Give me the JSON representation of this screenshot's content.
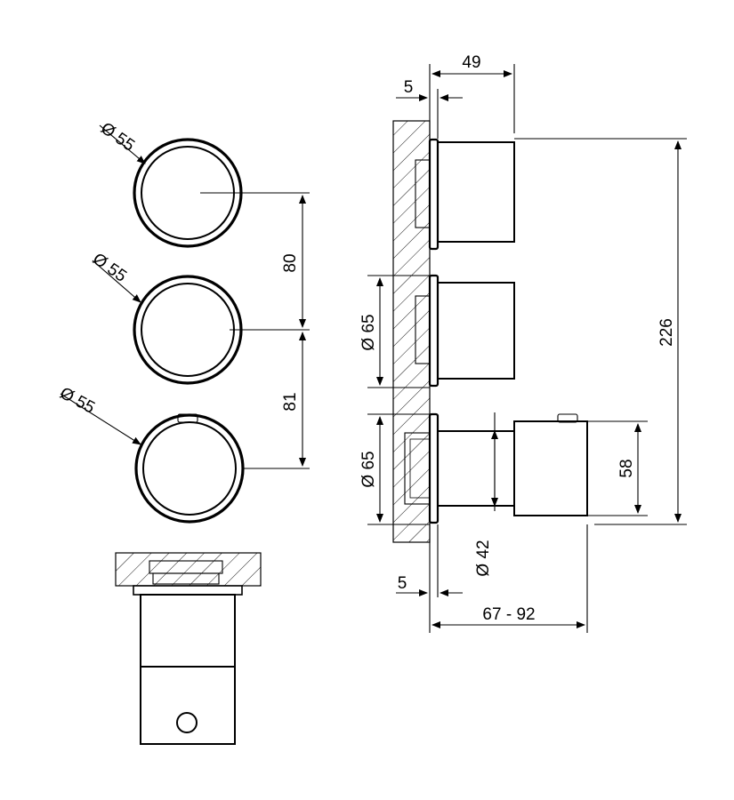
{
  "diagram": {
    "front_view": {
      "knobs": [
        {
          "diameter_label": "Ø 55"
        },
        {
          "diameter_label": "Ø 55"
        },
        {
          "diameter_label": "Ø 55"
        }
      ],
      "spacing_labels": [
        "80",
        "81"
      ]
    },
    "side_view": {
      "dim_top_depth": "49",
      "dim_top_plate": "5",
      "dim_bottom_plate": "5",
      "dim_flange_upper": "Ø 65",
      "dim_flange_lower": "Ø 65",
      "dim_body_diameter": "Ø 42",
      "dim_knob_height": "58",
      "dim_total_height": "226",
      "dim_projection": "67 - 92"
    }
  }
}
